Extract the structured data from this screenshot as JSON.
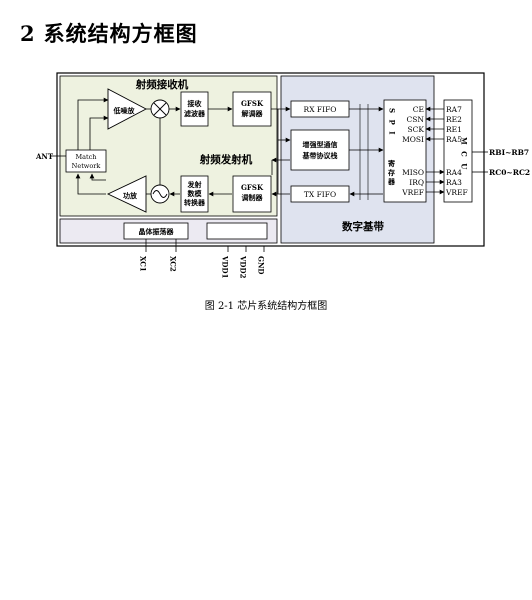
{
  "section": {
    "number": "2",
    "title": "系统结构方框图"
  },
  "diagram": {
    "rf_rx_label": "射频接收机",
    "rf_tx_label": "射频发射机",
    "digital_label": "数字基带",
    "ant": "ANT",
    "match_line1": "Match",
    "match_line2": "Network",
    "lna": "低噪放",
    "pa": "功放",
    "rx_filter_line1": "接收",
    "rx_filter_line2": "滤波器",
    "tx_shaper_line1": "发射",
    "tx_shaper_line2": "数模",
    "tx_shaper_line3": "转换器",
    "gfsk_demod_line1": "GFSK",
    "gfsk_demod_line2": "解调器",
    "gfsk_mod_line1": "GFSK",
    "gfsk_mod_line2": "调制器",
    "rx_fifo": "RX FIFO",
    "tx_fifo": "TX FIFO",
    "protocol_line1": "增强型通信",
    "protocol_line2": "基带协议栈",
    "spi_label": "S P I",
    "reg_label": "寄存器",
    "mcu_label": "M C U",
    "crystal": "晶体振荡器",
    "spi_pins": [
      "CE",
      "CSN",
      "SCK",
      "MOSI"
    ],
    "spi_pins2": [
      "MISO",
      "IRQ",
      "VREF"
    ],
    "mcu_pins": [
      "RA7",
      "RE2",
      "RE1",
      "RA5"
    ],
    "mcu_pins2": [
      "RA4",
      "RA3",
      "VREF"
    ],
    "bus1": "RBI~RB7",
    "bus2": "RC0~RC2",
    "bottom_pins": [
      "XC1",
      "XC2",
      "VDD1",
      "VDD2",
      "GND"
    ]
  },
  "caption": "图  2-1  芯片系统结构方框图"
}
